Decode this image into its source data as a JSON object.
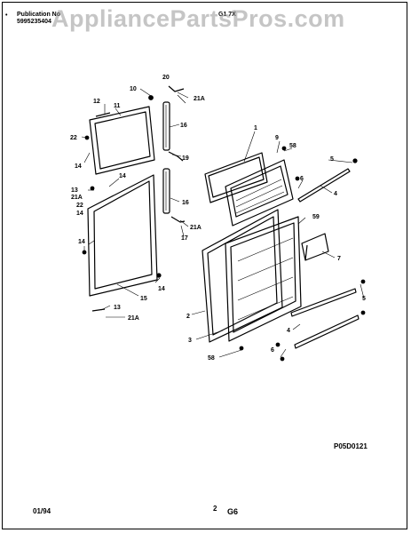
{
  "header": {
    "publication_label": "Publication No",
    "publication_number": "5995235404",
    "model": "G1 7Ẍ"
  },
  "watermark": "AppliancePartsPros.com",
  "diagram_code": "P05D0121",
  "footer": {
    "date": "01/94",
    "page_number": "2",
    "section": "G6"
  },
  "callouts": {
    "c1": "1",
    "c2": "2",
    "c3": "3",
    "c4a": "4",
    "c4b": "4",
    "c5a": "5",
    "c5b": "5",
    "c6a": "6",
    "c6b": "6",
    "c7": "7",
    "c9": "9",
    "c10": "10",
    "c11": "11",
    "c12": "12",
    "c13a": "13",
    "c13b": "13",
    "c14a": "14",
    "c14b": "14",
    "c14c": "14",
    "c14d": "14",
    "c14e": "14",
    "c15": "15",
    "c16a": "16",
    "c16b": "16",
    "c17": "17",
    "c19": "19",
    "c20": "20",
    "c21a1": "21A",
    "c21a2": "21A",
    "c21a3": "21A",
    "c21a4": "21A",
    "c22a": "22",
    "c22b": "22",
    "c58a": "58",
    "c58b": "58",
    "c59": "59"
  }
}
